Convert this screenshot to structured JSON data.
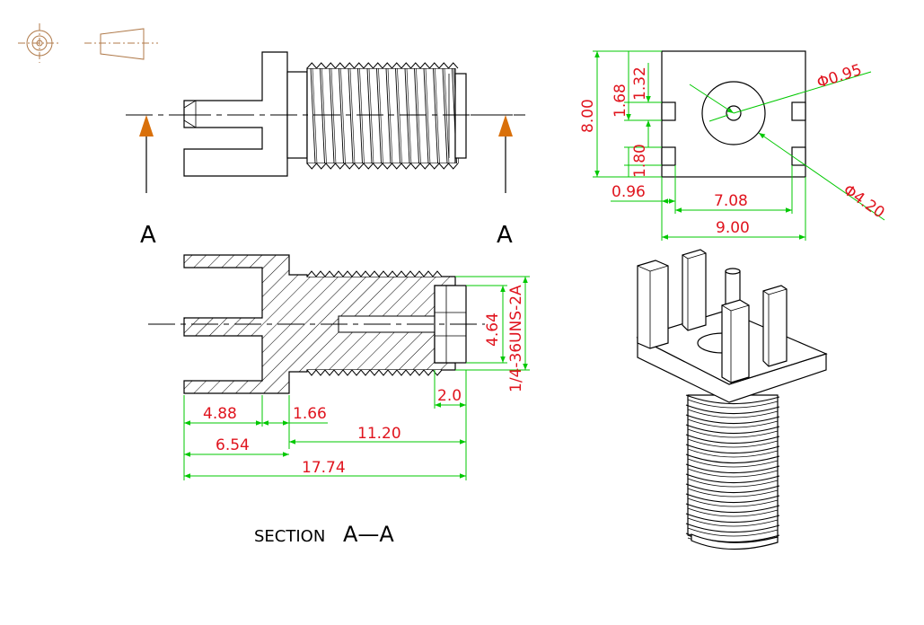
{
  "view_labels": {
    "section_left": "A",
    "section_right": "A",
    "section_caption_prefix": "SECTION",
    "section_caption_name": "A—A"
  },
  "symbols": {
    "projection_symbol": "third-angle-projection-icon"
  },
  "colors": {
    "outline": "#000000",
    "dimension_lines": "#00c800",
    "dimension_text": "#e0141e",
    "section_arrow": "#d9700a",
    "projection_symbol": "#b07a4a"
  },
  "dimensions": {
    "section": {
      "flange_len": "4.88",
      "wall": "1.66",
      "flange_to_wall": "6.54",
      "thread_len": "11.20",
      "overall_len": "17.74",
      "bore_depth": "2.0",
      "bore_dia": "4.64",
      "thread_spec": "1/4-36UNS-2A"
    },
    "top_view": {
      "height": "8.00",
      "slot_offset": "1.68",
      "slot_width": "1.32",
      "slot_gap": "1.80",
      "pin_dia": "Φ0.95",
      "boss_dia": "Φ4.20",
      "edge_offset": "0.96",
      "inner_span": "7.08",
      "width": "9.00"
    }
  }
}
